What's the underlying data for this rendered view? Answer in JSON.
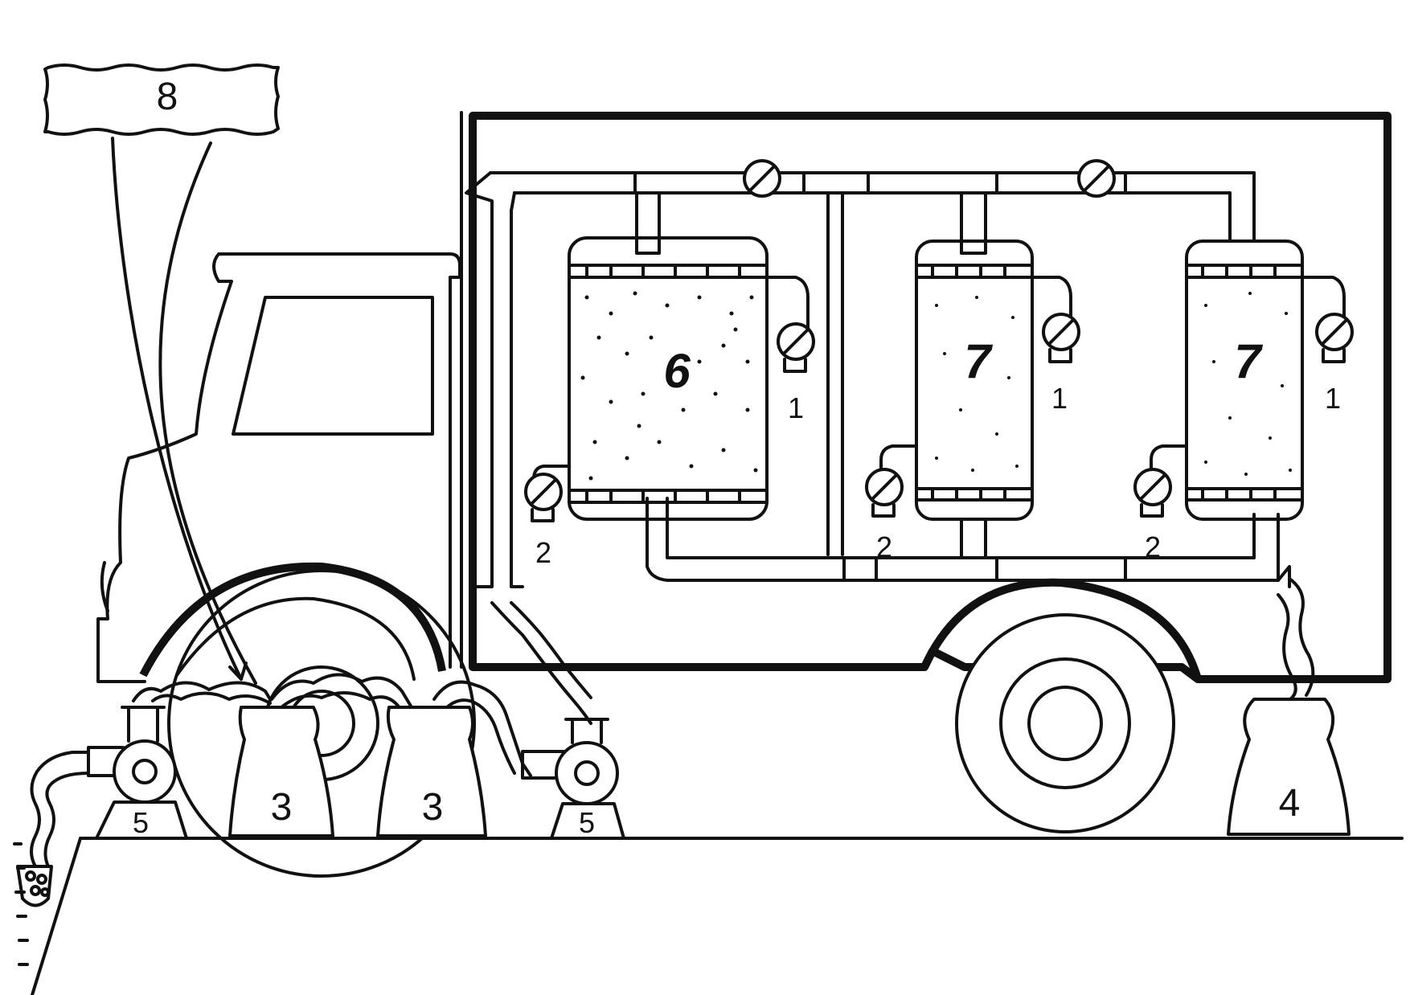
{
  "labels": {
    "box_8": "8",
    "valve_1a": "1",
    "valve_1b": "1",
    "valve_1c": "1",
    "valve_2a": "2",
    "valve_2b": "2",
    "valve_2c": "2",
    "tank_3a": "3",
    "tank_3b": "3",
    "tank_4": "4",
    "pump_5a": "5",
    "pump_5b": "5",
    "filter_6": "6",
    "filter_7a": "7",
    "filter_7b": "7"
  }
}
